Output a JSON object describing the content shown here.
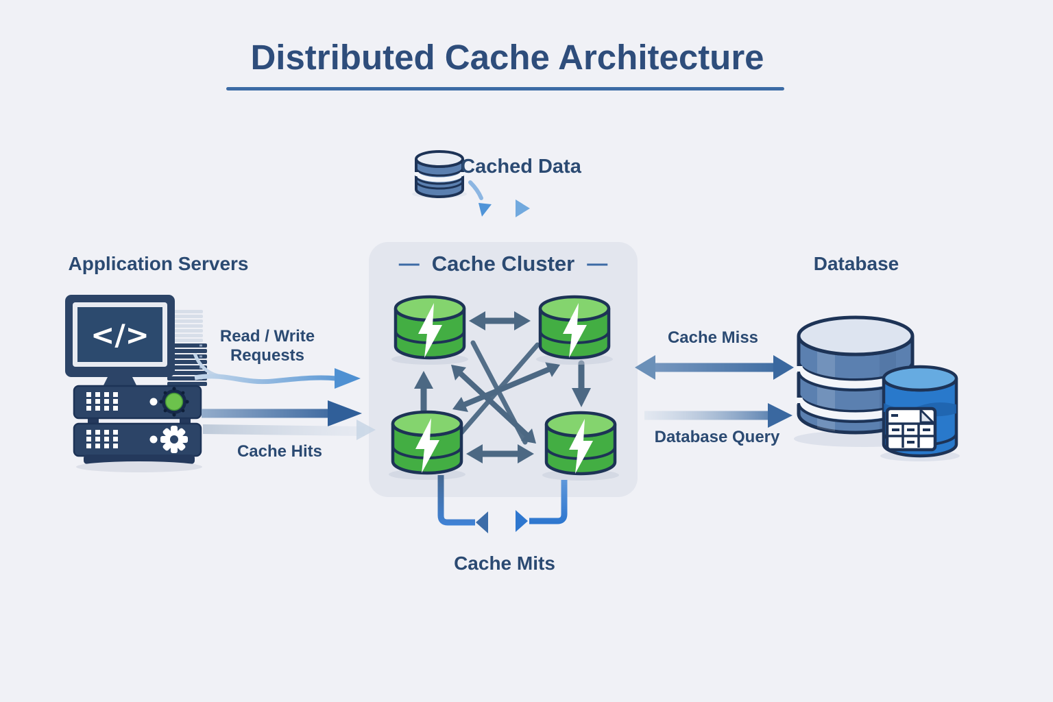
{
  "title": "Distributed Cache Architecture",
  "sections": {
    "application_servers": {
      "label": "Application Servers"
    },
    "cache_cluster": {
      "label": "Cache Cluster",
      "dash_left": "—",
      "dash_right": "—"
    },
    "database": {
      "label": "Database"
    },
    "cached_data": {
      "label": "Cached Data"
    }
  },
  "flow_labels": {
    "read_write_requests": "Read / Write Requests",
    "cache_hits": "Cache Hits",
    "cache_miss": "Cache Miss",
    "database_query": "Database Query",
    "cache_mits": "Cache Mits"
  },
  "icons": {
    "code_glyph": "</>"
  },
  "colors": {
    "background": "#f0f1f6",
    "title": "#2e4d7b",
    "underline": "#3c6ba5",
    "label": "#2b4a72",
    "cluster_box": "#e3e6ee",
    "cache_green": "#43ae43",
    "cache_green_top": "#84d46e",
    "outline_navy": "#1d3356",
    "db_blue": "#5b80b0",
    "db_blue_top": "#dde4f0",
    "small_db_blue": "#2979cb",
    "arrow_steel": "#305f99",
    "arrow_slate": "#4c6883",
    "arrow_bright": "#2e77cf"
  }
}
